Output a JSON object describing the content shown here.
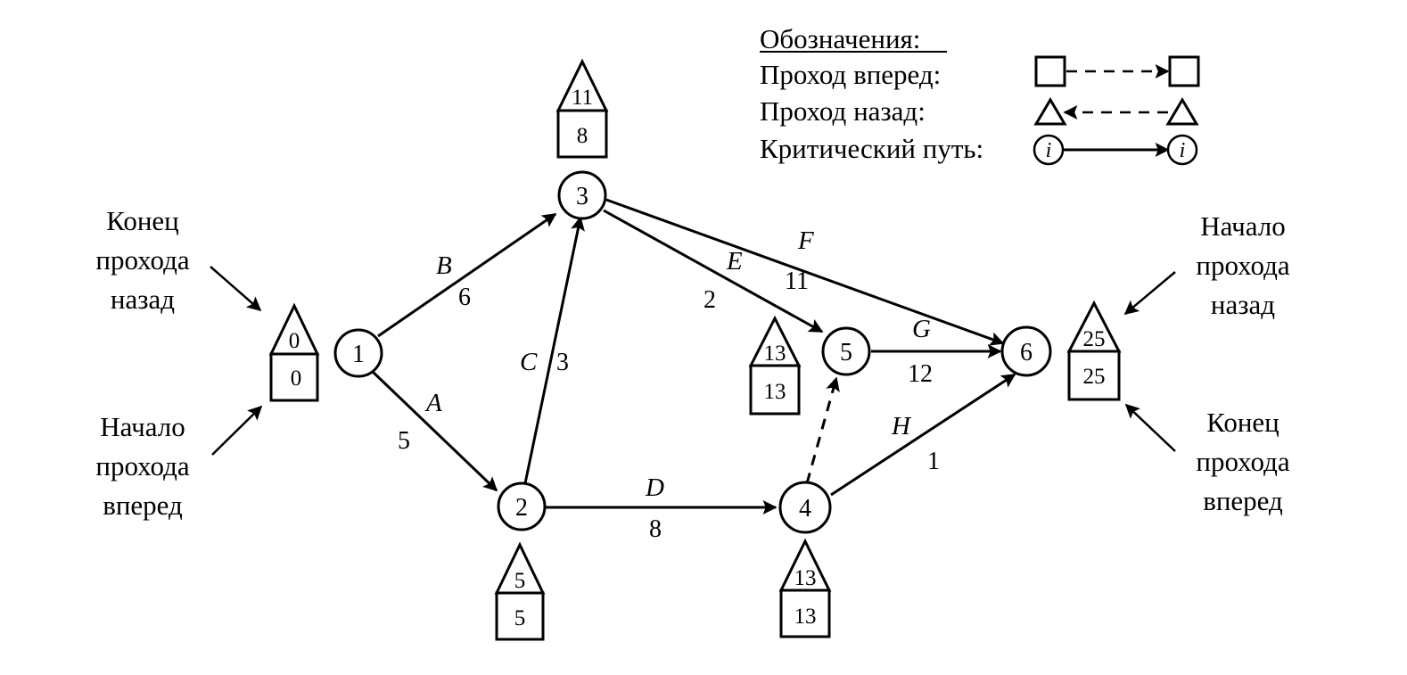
{
  "legend": {
    "title": "Обозначения:",
    "forward": "Проход вперед:",
    "backward": "Проход назад:",
    "critical": "Критический путь:",
    "critical_symbol": "i"
  },
  "side_labels": {
    "left_top": [
      "Конец",
      "прохода",
      "назад"
    ],
    "left_bottom": [
      "Начало",
      "прохода",
      "вперед"
    ],
    "right_top": [
      "Начало",
      "прохода",
      "назад"
    ],
    "right_bottom": [
      "Конец",
      "прохода",
      "вперед"
    ]
  },
  "nodes": [
    {
      "id": "1",
      "label": "1"
    },
    {
      "id": "2",
      "label": "2"
    },
    {
      "id": "3",
      "label": "3"
    },
    {
      "id": "4",
      "label": "4"
    },
    {
      "id": "5",
      "label": "5"
    },
    {
      "id": "6",
      "label": "6"
    }
  ],
  "node_times": [
    {
      "node": "1",
      "forward": "0",
      "backward": "0"
    },
    {
      "node": "2",
      "forward": "5",
      "backward": "5"
    },
    {
      "node": "3",
      "forward": "8",
      "backward": "11"
    },
    {
      "node": "4",
      "forward": "13",
      "backward": "13"
    },
    {
      "node": "5",
      "forward": "13",
      "backward": "13"
    },
    {
      "node": "6",
      "forward": "25",
      "backward": "25"
    }
  ],
  "edges": [
    {
      "activity": "A",
      "from": "1",
      "to": "2",
      "duration": "5"
    },
    {
      "activity": "B",
      "from": "1",
      "to": "3",
      "duration": "6"
    },
    {
      "activity": "C",
      "from": "2",
      "to": "3",
      "duration": "3"
    },
    {
      "activity": "D",
      "from": "2",
      "to": "4",
      "duration": "8"
    },
    {
      "activity": "E",
      "from": "3",
      "to": "5",
      "duration": "2"
    },
    {
      "activity": "F",
      "from": "3",
      "to": "6",
      "duration": "11"
    },
    {
      "activity": "G",
      "from": "5",
      "to": "6",
      "duration": "12"
    },
    {
      "activity": "H",
      "from": "4",
      "to": "6",
      "duration": "1"
    },
    {
      "activity": "",
      "from": "4",
      "to": "5",
      "duration": "",
      "dummy": true
    }
  ]
}
